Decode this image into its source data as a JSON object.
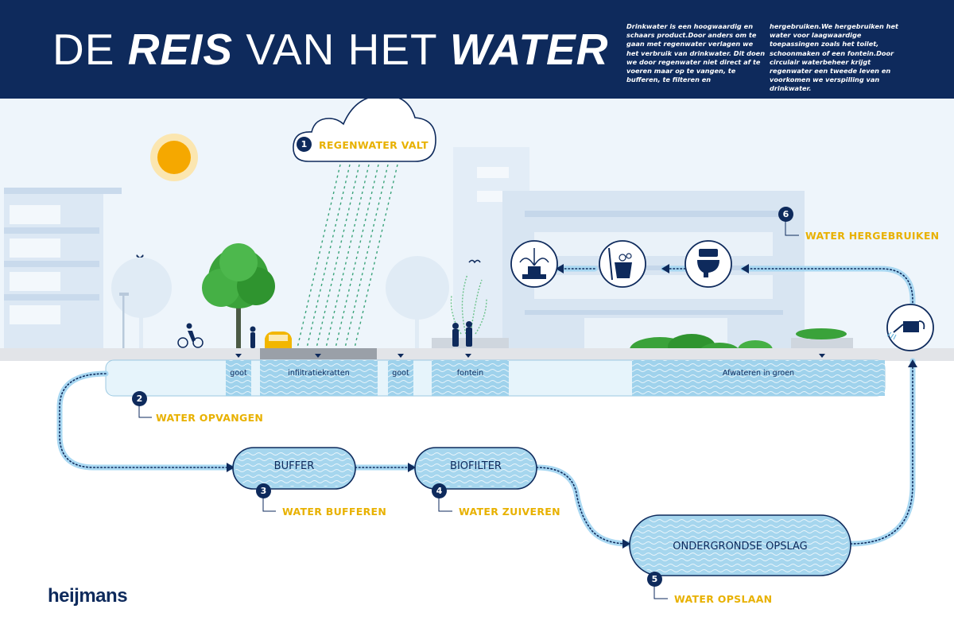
{
  "header": {
    "title_part1": "DE",
    "title_part2": "REIS",
    "title_part3": "VAN HET",
    "title_part4": "WATER",
    "intro_col1": "Drinkwater is een hoogwaardig en schaars product.Door anders om te gaan met regenwater verlagen we het verbruik van drinkwater. Dit doen we door regenwater niet direct af te voeren maar op te vangen, te bufferen, te filteren en",
    "intro_col2": "hergebruiken.We hergebruiken het water voor laagwaardige toepassingen zoals het toilet, schoonmaken of een fontein.Door circulair waterbeheer krijgt regenwater een tweede leven en voorkomen we verspilling van drinkwater."
  },
  "steps": [
    {
      "number": "1",
      "label": "REGENWATER VALT"
    },
    {
      "number": "2",
      "label": "WATER OPVANGEN"
    },
    {
      "number": "3",
      "label": "WATER BUFFEREN"
    },
    {
      "number": "4",
      "label": "WATER ZUIVEREN"
    },
    {
      "number": "5",
      "label": "WATER OPSLAAN"
    },
    {
      "number": "6",
      "label": "WATER HERGEBRUIKEN"
    }
  ],
  "tanks": {
    "buffer": "BUFFER",
    "biofilter": "BIOFILTER",
    "opslag": "ONDERGRONDSE OPSLAG"
  },
  "segments": {
    "goot1": "goot",
    "infiltratie": "infiltratiekratten",
    "goot2": "goot",
    "fontein": "fontein",
    "groen": "Afwateren in groen"
  },
  "reuse_icons": [
    "fountain-icon",
    "cleaning-bucket-icon",
    "toilet-icon"
  ],
  "logo": "heijmans",
  "colors": {
    "navy": "#0e2a5c",
    "water": "#bfe3f3",
    "accent": "#e8b100",
    "sky": "#eef5fb",
    "tree": "#3aa23a"
  }
}
